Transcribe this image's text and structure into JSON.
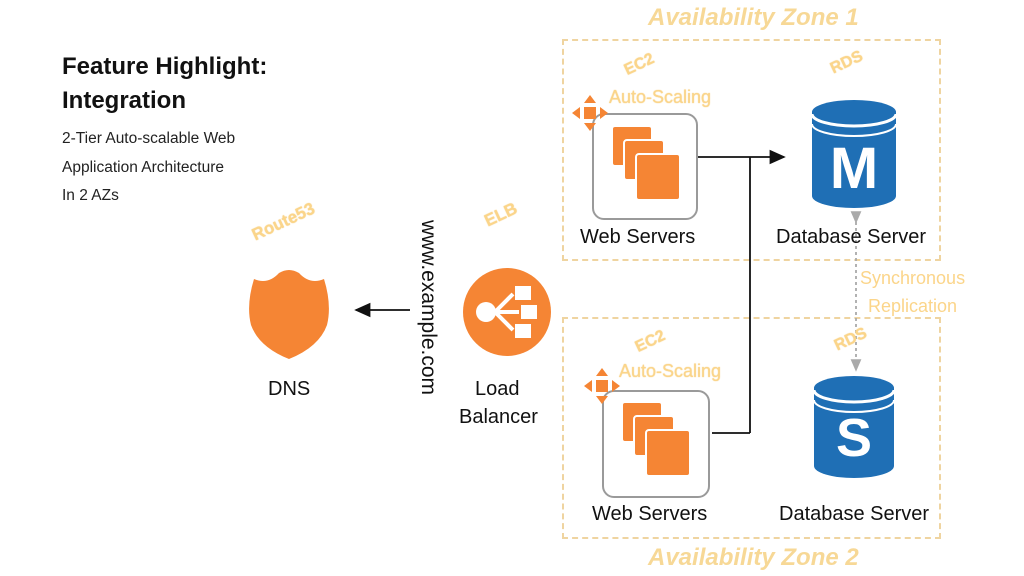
{
  "heading": {
    "title_line1": "Feature Highlight:",
    "title_line2": "Integration",
    "subtitle_line1": "2-Tier Auto-scalable Web",
    "subtitle_line2": "Application Architecture",
    "subtitle_line3": "In 2 AZs"
  },
  "zones": {
    "zone1": "Availability Zone 1",
    "zone2": "Availability Zone 2"
  },
  "dns": {
    "service": "Route53",
    "label": "DNS",
    "icon": "shield-icon",
    "color": "#f58534"
  },
  "domain_label": "www.example.com",
  "elb": {
    "service": "ELB",
    "label_line1": "Load",
    "label_line2": "Balancer",
    "icon": "load-balancer-icon",
    "color": "#f58534"
  },
  "az1": {
    "ec2_tag": "EC2",
    "autoscaling": "Auto-Scaling",
    "web_label": "Web Servers",
    "rds_tag": "RDS",
    "db_label": "Database Server",
    "db_letter": "M"
  },
  "az2": {
    "ec2_tag": "EC2",
    "autoscaling": "Auto-Scaling",
    "web_label": "Web Servers",
    "rds_tag": "RDS",
    "db_label": "Database Server",
    "db_letter": "S"
  },
  "replication": {
    "line1": "Synchronous",
    "line2": "Replication"
  },
  "colors": {
    "orange": "#f58534",
    "blue": "#1f6fb5",
    "dashed": "#efd4a0",
    "tag": "#fbd58a"
  }
}
